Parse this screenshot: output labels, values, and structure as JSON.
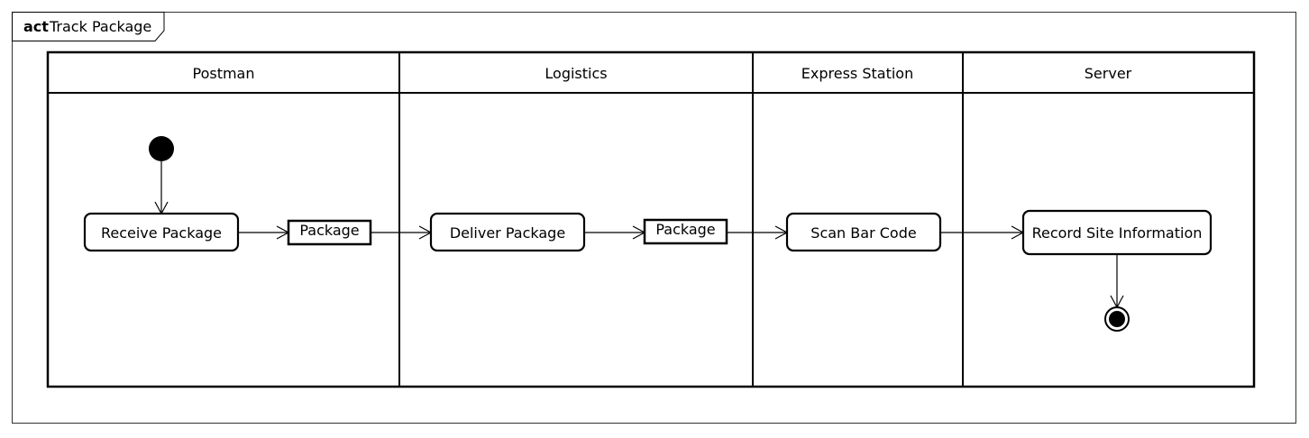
{
  "frame": {
    "kind": "act",
    "title": "Track Package"
  },
  "lanes": [
    {
      "name": "Postman"
    },
    {
      "name": "Logistics"
    },
    {
      "name": "Express Station"
    },
    {
      "name": "Server"
    }
  ],
  "actions": {
    "receive": "Receive Package",
    "deliver": "Deliver Package",
    "scan": "Scan Bar Code",
    "record": "Record Site Information"
  },
  "objects": {
    "package_1": "Package",
    "package_2": "Package"
  }
}
